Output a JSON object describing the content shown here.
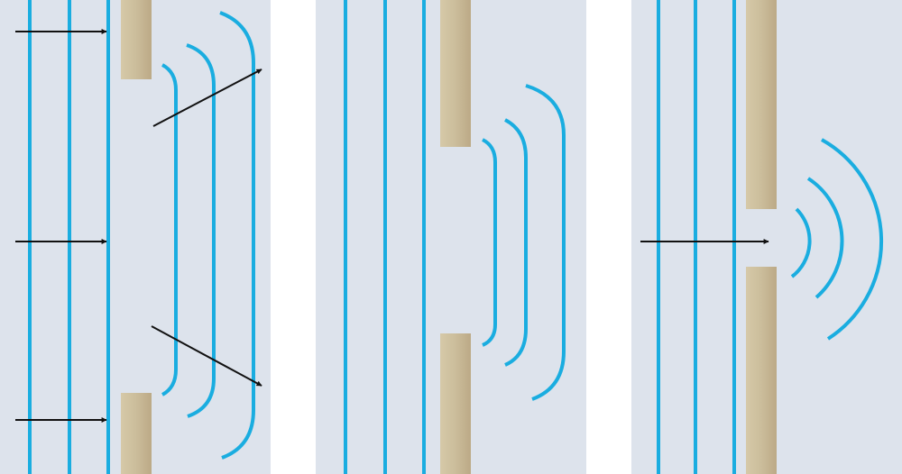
{
  "colors": {
    "panel_background": "#dde3ec",
    "wavefront": "#1aade0",
    "barrier": "#cdbf9f",
    "barrier_shade": "#bfae8a",
    "arrow": "#111111"
  },
  "panels": [
    {
      "description_key": "wide-slit",
      "incoming_wavefronts": 3,
      "diffracted_wavefronts": 3,
      "arrows": 5
    },
    {
      "description_key": "medium-slit",
      "incoming_wavefronts": 3,
      "diffracted_wavefronts": 3,
      "arrows": 0
    },
    {
      "description_key": "narrow-slit",
      "incoming_wavefronts": 3,
      "diffracted_wavefronts": 3,
      "arrows": 1
    }
  ]
}
